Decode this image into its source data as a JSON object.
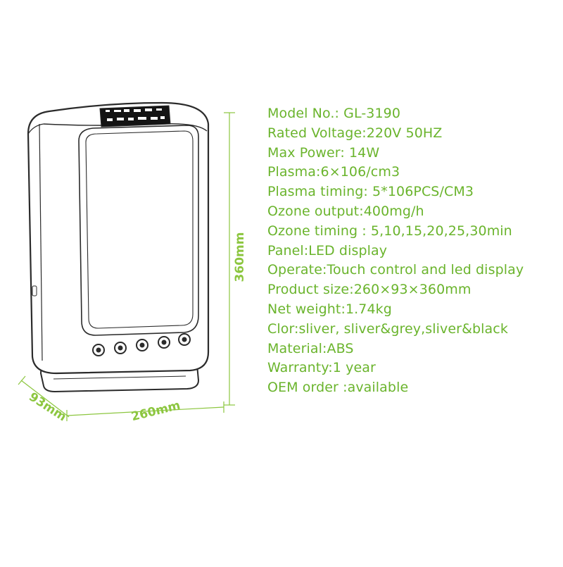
{
  "dimensions": {
    "height": "360mm",
    "width": "260mm",
    "depth": "93mm"
  },
  "specs": [
    "Model No.: GL-3190",
    "Rated Voltage:220V 50HZ",
    "Max Power:  14W",
    "Plasma:6×106/cm3",
    "Plasma timing: 5*106PCS/CM3",
    "Ozone output:400mg/h",
    "Ozone timing : 5,10,15,20,25,30min",
    "Panel:LED display",
    "Operate:Touch control and led display",
    "Product size:260×93×360mm",
    "Net weight:1.74kg",
    "Clor:sliver, sliver&grey,sliver&black",
    "Material:ABS",
    "Warranty:1 year",
    "OEM order :available"
  ],
  "colors": {
    "accent_green": "#8cc63f",
    "spec_text": "#6ab42c",
    "outline": "#2b2b2b"
  }
}
